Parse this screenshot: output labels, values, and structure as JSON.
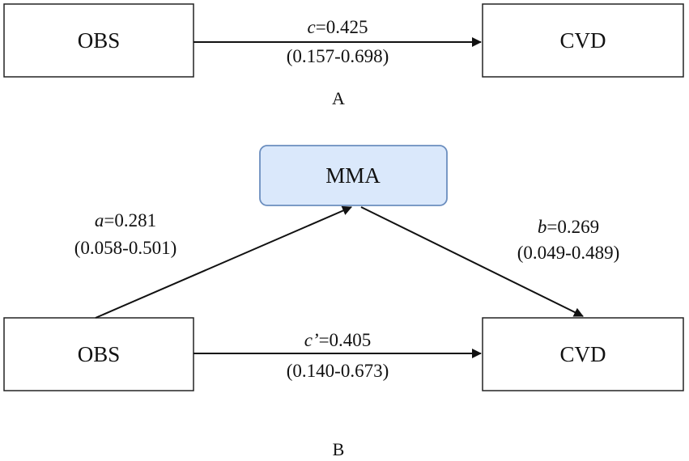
{
  "panel_a": {
    "label": "A",
    "exposure": "OBS",
    "outcome": "CVD",
    "path_c": {
      "symbol": "c",
      "value": "=0.425",
      "ci": "(0.157-0.698)"
    }
  },
  "panel_b": {
    "label": "B",
    "exposure": "OBS",
    "mediator": "MMA",
    "outcome": "CVD",
    "path_a": {
      "symbol": "a",
      "value": "=0.281",
      "ci": "(0.058-0.501)"
    },
    "path_b": {
      "symbol": "b",
      "value": "=0.269",
      "ci": "(0.049-0.489)"
    },
    "path_c_prime": {
      "symbol": "c’",
      "value": "=0.405",
      "ci": "(0.140-0.673)"
    }
  },
  "colors": {
    "mediator_fill": "#dae8fb",
    "mediator_stroke": "#6b8ebf",
    "box_stroke": "#222222",
    "arrow": "#111111"
  }
}
